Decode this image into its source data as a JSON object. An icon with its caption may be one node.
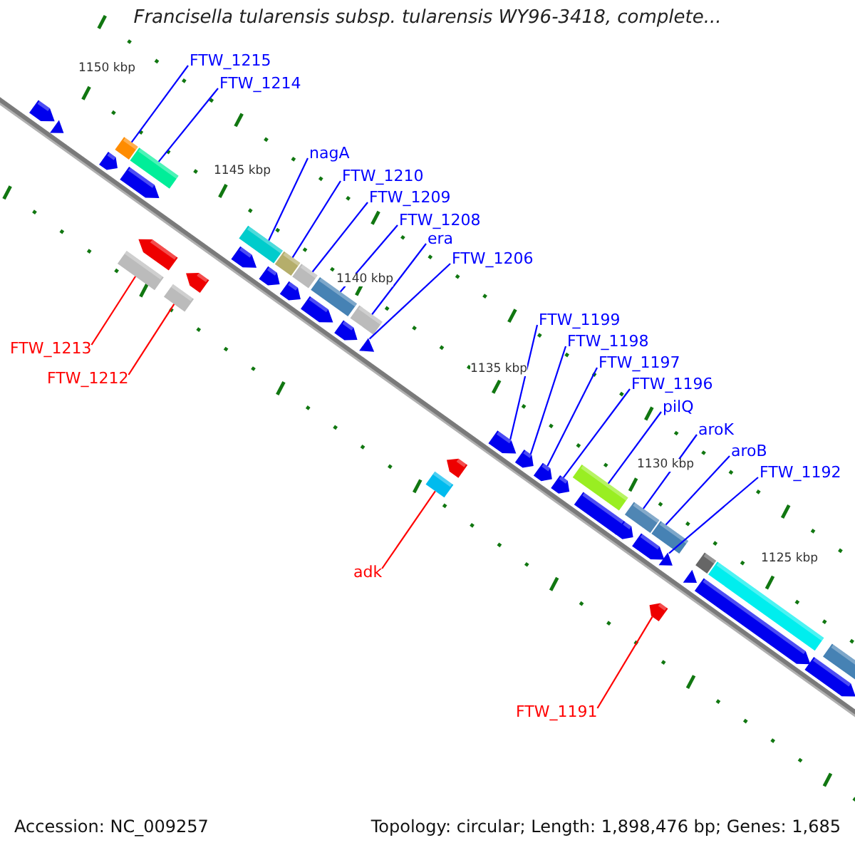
{
  "diagram": {
    "title": "Francisella tularensis subsp. tularensis WY96-3418, complete...",
    "nodes": [
      {
        "text": [
          "FTW_1215"
        ]
      },
      {
        "text": [
          "FTW_1214"
        ]
      },
      {
        "text": [
          "nagA"
        ]
      },
      {
        "text": [
          "FTW_1210"
        ]
      },
      {
        "text": [
          "FTW_1209"
        ]
      },
      {
        "text": [
          "FTW_1208"
        ]
      },
      {
        "text": [
          "era"
        ]
      },
      {
        "text": [
          "FTW_1206"
        ]
      },
      {
        "text": [
          "FTW_1213"
        ]
      },
      {
        "text": [
          "FTW_1212"
        ]
      },
      {
        "text": [
          "FTW_1199"
        ]
      },
      {
        "text": [
          "FTW_1198"
        ]
      },
      {
        "text": [
          "FTW_1197"
        ]
      },
      {
        "text": [
          "FTW_1196"
        ]
      },
      {
        "text": [
          "pilQ"
        ]
      },
      {
        "text": [
          "aroK"
        ]
      },
      {
        "text": [
          "aroB"
        ]
      },
      {
        "text": [
          "FTW_1192"
        ]
      },
      {
        "text": [
          "adk"
        ]
      },
      {
        "text": [
          "FTW_1191"
        ]
      },
      {
        "text": [],
        "shape": "arrow"
      },
      {
        "text": [],
        "shape": "triangle"
      },
      {
        "text": [],
        "shape": "arrow"
      },
      {
        "text": [],
        "shape": "bar"
      },
      {
        "text": [],
        "shape": "bar"
      },
      {
        "text": [],
        "shape": "arrow"
      },
      {
        "text": [],
        "shape": "bar"
      },
      {
        "text": [],
        "shape": "arrow"
      },
      {
        "text": [],
        "shape": "bar"
      },
      {
        "text": [],
        "shape": "arrow"
      },
      {
        "text": [],
        "shape": "arrow"
      },
      {
        "text": [],
        "shape": "bar"
      },
      {
        "text": [],
        "shape": "arrow"
      },
      {
        "text": [],
        "shape": "bar"
      },
      {
        "text": [],
        "shape": "bar"
      },
      {
        "text": [],
        "shape": "arrow"
      },
      {
        "text": [],
        "shape": "arrow"
      },
      {
        "text": [],
        "shape": "bar"
      },
      {
        "text": [],
        "shape": "arrow"
      },
      {
        "text": [],
        "shape": "bar"
      },
      {
        "text": [],
        "shape": "triangle"
      },
      {
        "text": [],
        "shape": "bar"
      },
      {
        "text": [],
        "shape": "arrow"
      },
      {
        "text": [],
        "shape": "arrow"
      },
      {
        "text": [],
        "shape": "arrow"
      },
      {
        "text": [],
        "shape": "arrow"
      },
      {
        "text": [],
        "shape": "arrow"
      },
      {
        "text": [],
        "shape": "bar"
      },
      {
        "text": [],
        "shape": "arrow"
      },
      {
        "text": [],
        "shape": "arrow"
      },
      {
        "text": [],
        "shape": "bar"
      },
      {
        "text": [],
        "shape": "arrow"
      },
      {
        "text": [],
        "shape": "bar"
      },
      {
        "text": [],
        "shape": "triangle"
      },
      {
        "text": [],
        "shape": "arrow"
      },
      {
        "text": [],
        "shape": "triangle"
      },
      {
        "text": [],
        "shape": "bar"
      },
      {
        "text": [],
        "shape": "bar"
      },
      {
        "text": [],
        "shape": "arrow"
      },
      {
        "text": [],
        "shape": "bar"
      },
      {
        "text": [],
        "shape": "arrow"
      }
    ],
    "edges": [
      {
        "from": 0,
        "to": 23,
        "arrow": "none"
      },
      {
        "from": 1,
        "to": 24,
        "arrow": "none"
      },
      {
        "from": 2,
        "to": 31,
        "arrow": "none"
      },
      {
        "from": 3,
        "to": 33,
        "arrow": "none"
      },
      {
        "from": 4,
        "to": 34,
        "arrow": "none"
      },
      {
        "from": 5,
        "to": 37,
        "arrow": "none"
      },
      {
        "from": 6,
        "to": 39,
        "arrow": "none"
      },
      {
        "from": 7,
        "to": 40,
        "arrow": "none"
      },
      {
        "from": 8,
        "to": 26,
        "arrow": "none",
        "color": "#ff0000"
      },
      {
        "from": 9,
        "to": 28,
        "arrow": "none",
        "color": "#ff0000"
      },
      {
        "from": 10,
        "to": 43,
        "arrow": "none"
      },
      {
        "from": 11,
        "to": 44,
        "arrow": "none"
      },
      {
        "from": 12,
        "to": 45,
        "arrow": "none"
      },
      {
        "from": 13,
        "to": 46,
        "arrow": "none"
      },
      {
        "from": 14,
        "to": 47,
        "arrow": "none"
      },
      {
        "from": 15,
        "to": 50,
        "arrow": "none"
      },
      {
        "from": 16,
        "to": 52,
        "arrow": "none"
      },
      {
        "from": 17,
        "to": 53,
        "arrow": "none"
      },
      {
        "from": 18,
        "to": 41,
        "arrow": "none",
        "color": "#ff0000"
      },
      {
        "from": 19,
        "to": 54,
        "arrow": "none",
        "color": "#ff0000"
      }
    ],
    "labels": [
      "1150 kbp",
      "1145 kbp",
      "1140 kbp",
      "1135 kbp",
      "1130 kbp",
      "1125 kbp",
      "Accession: NC_009257",
      "Topology: circular; Length: 1,898,476 bp; Genes: 1,685"
    ]
  }
}
